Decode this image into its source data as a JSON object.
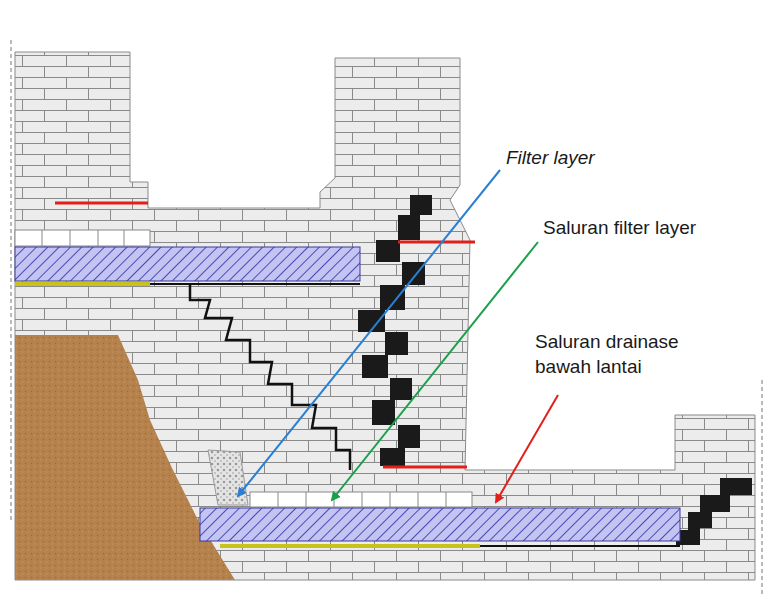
{
  "diagram": {
    "labels": [
      "Filter layer",
      "Saluran filter layer",
      "Saluran drainase bawah lantai"
    ]
  }
}
